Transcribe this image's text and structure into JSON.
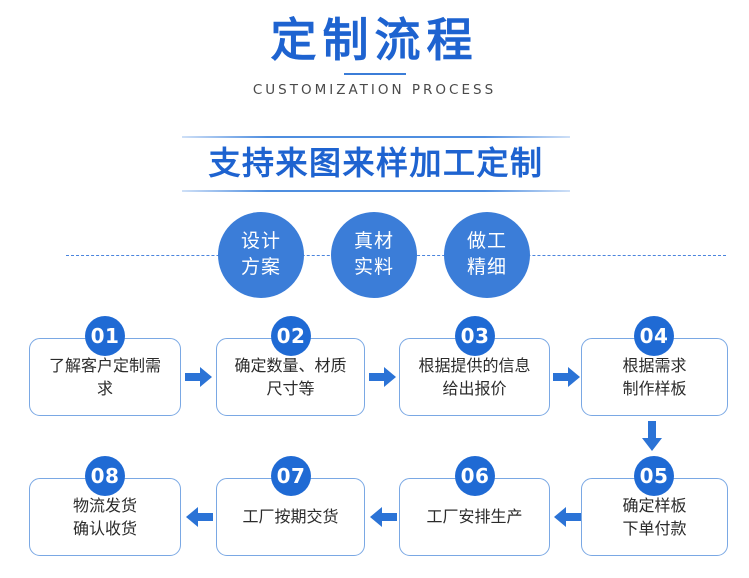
{
  "header": {
    "title": "定制流程",
    "subtitle": "CUSTOMIZATION PROCESS"
  },
  "banner": {
    "text": "支持来图来样加工定制"
  },
  "features": [
    {
      "line1": "设计",
      "line2": "方案"
    },
    {
      "line1": "真材",
      "line2": "实料"
    },
    {
      "line1": "做工",
      "line2": "精细"
    }
  ],
  "steps": [
    {
      "num": "01",
      "line1": "了解客户定制需",
      "line2": "求"
    },
    {
      "num": "02",
      "line1": "确定数量、材质",
      "line2": "尺寸等"
    },
    {
      "num": "03",
      "line1": "根据提供的信息",
      "line2": "给出报价"
    },
    {
      "num": "04",
      "line1": "根据需求",
      "line2": "制作样板"
    },
    {
      "num": "05",
      "line1": "确定样板",
      "line2": "下单付款"
    },
    {
      "num": "06",
      "line1": "工厂安排生产",
      "line2": ""
    },
    {
      "num": "07",
      "line1": "工厂按期交货",
      "line2": ""
    },
    {
      "num": "08",
      "line1": "物流发货",
      "line2": "确认收货"
    }
  ],
  "colors": {
    "brand_blue": "#1e63d0",
    "circle_blue": "#3b7dd8",
    "badge_blue": "#1f6ad4",
    "arrow_blue": "#2b73d6",
    "box_border": "#7aa8e4",
    "dash_blue": "#4a84dd"
  }
}
